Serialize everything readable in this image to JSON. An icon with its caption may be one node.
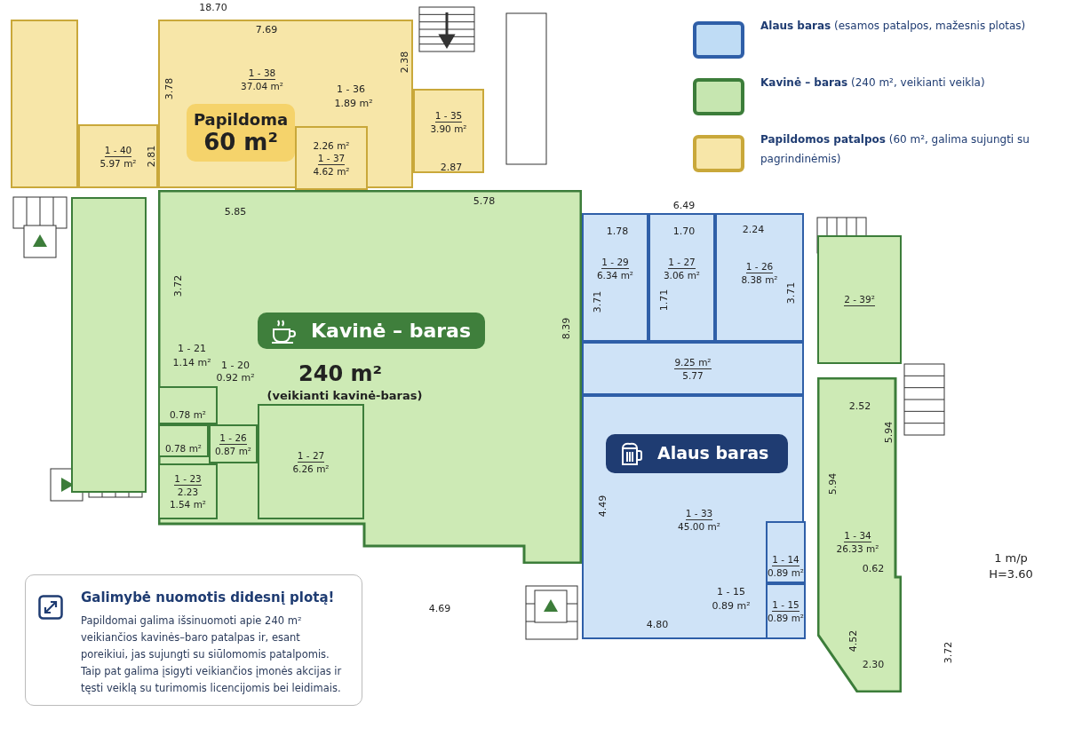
{
  "diagram": {
    "nodes": [
      {
        "text": [],
        "shape": "box"
      },
      {
        "text": [
          "1 - 40",
          "5.97 m²"
        ]
      },
      {
        "text": [
          "1 - 38",
          "37.04 m²"
        ]
      },
      {
        "text": [
          "Papildoma",
          "60 m²"
        ],
        "in": 2
      },
      {
        "text": [
          "2.26 m²",
          "1 - 37",
          "4.62 m²"
        ],
        "in": 2
      },
      {
        "text": [
          "1 - 35",
          "3.90 m²"
        ]
      },
      {
        "text": [],
        "shape": "box"
      },
      {
        "text": [
          "Kavinė – baras",
          "240 m²",
          "(veikianti kavinė-baras)"
        ]
      },
      {
        "text": [
          "0.78 m²"
        ],
        "in": 7
      },
      {
        "text": [
          "0.78 m²"
        ],
        "in": 7
      },
      {
        "text": [
          "1 - 26",
          "0.87 m²"
        ],
        "in": 7
      },
      {
        "text": [
          "1 - 23",
          "2.23",
          "1.54 m²"
        ],
        "in": 7
      },
      {
        "text": [
          "1 - 27",
          "6.26 m²"
        ],
        "in": 7
      },
      {
        "text": [
          "1 - 29",
          "6.34 m²"
        ]
      },
      {
        "text": [
          "1 - 27",
          "3.06 m²"
        ]
      },
      {
        "text": [
          "1 - 26",
          "8.38 m²"
        ]
      },
      {
        "text": [
          "9.25 m²",
          "5.77"
        ]
      },
      {
        "text": [
          "1 - 33",
          "45.00 m²"
        ]
      },
      {
        "text": [
          "Alaus baras"
        ],
        "in": 17
      },
      {
        "text": [
          "1 - 14",
          "0.89 m²"
        ],
        "in": 17
      },
      {
        "text": [
          "1 - 15",
          "0.89 m²"
        ],
        "in": 17
      },
      {
        "text": [
          "2 - 39²"
        ]
      },
      {
        "text": [
          "1 - 34",
          "26.33 m²"
        ]
      },
      {
        "text": [
          "Galimybė nuomotis didesnį plotą!",
          "Papildomai galima išsinuomoti apie 240 m² veikiančios kavinės–baro patalpas ir, esant poreikiui, jas sujungti su siūlomomis patalpomis. Taip pat galima įsigyti veikiančios įmonės akcijas ir tęsti veiklą su turimomis licencijomis bei leidimais."
        ]
      }
    ],
    "labels": [
      "18.70",
      "7.69",
      "3.78",
      "2.38",
      "2.81",
      "1 - 36",
      "1.89 m²",
      "2.87",
      "5.78",
      "5.85",
      "3.72",
      "8.39",
      "1 - 21",
      "1.14 m²",
      "1 - 20",
      "0.92 m²",
      "6.49",
      "1.78",
      "1.70",
      "2.24",
      "3.71",
      "1.71",
      "3.71",
      "4.49",
      "1 - 15",
      "0.89 m²",
      "4.80",
      "4.69",
      "2.52",
      "5.94",
      "5.94",
      "0.62",
      "4.52",
      "2.30",
      "3.72",
      "1 m/p",
      "H=3.60"
    ],
    "legend": [
      {
        "text": "**Alaus baras** (esamos patalpos, mažesnis plotas)",
        "color": "#bfdcf5"
      },
      {
        "text": "**Kavinė – baras** (240 m², veikianti veikla)",
        "color": "#c6e6b0"
      },
      {
        "text": "**Papildomos patalpos** (60 m², galima sujungti su pagrindinėmis)",
        "color": "#f7e6a8"
      }
    ]
  }
}
